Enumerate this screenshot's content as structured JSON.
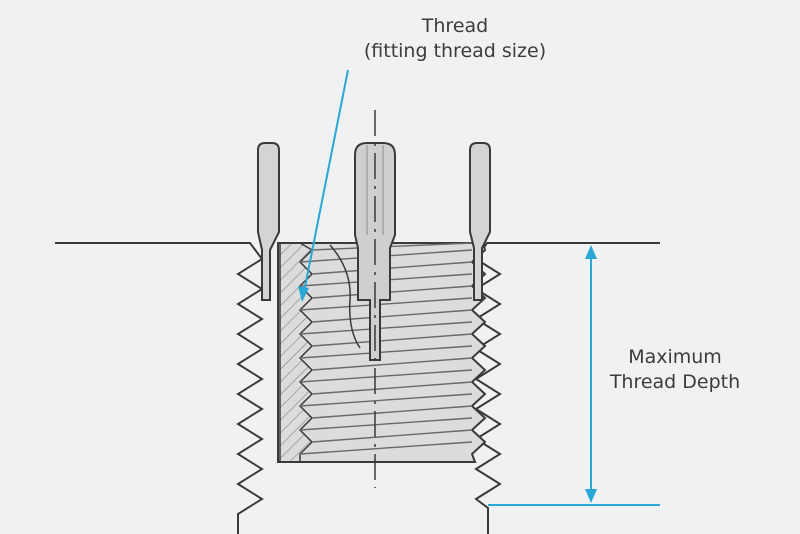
{
  "labels": {
    "thread_title": "Thread",
    "thread_subtitle": "(fitting thread size)",
    "depth_line1": "Maximum",
    "depth_line2": "Thread Depth"
  },
  "colors": {
    "background": "#f0f1f3",
    "line": "#3a3a3a",
    "insert_fill": "#d9d9d9",
    "insert_dark": "#c7c7c7",
    "accent": "#2aa7d6",
    "text": "#3c3c3c"
  }
}
